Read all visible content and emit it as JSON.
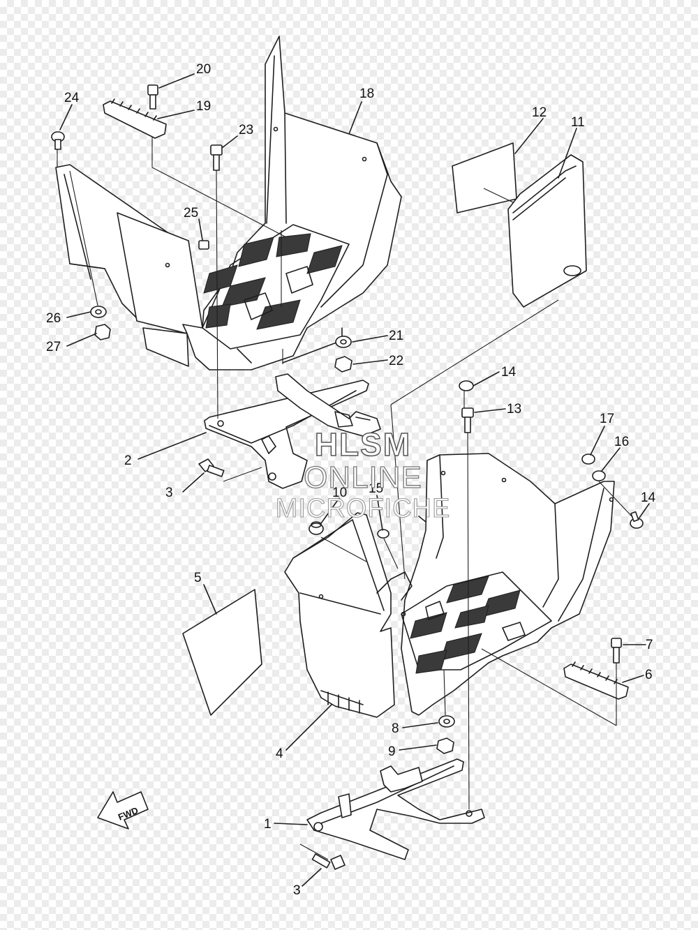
{
  "callouts": {
    "c1": "1",
    "c2": "2",
    "c3a": "3",
    "c3b": "3",
    "c4": "4",
    "c5": "5",
    "c6": "6",
    "c7": "7",
    "c8": "8",
    "c9": "9",
    "c10": "10",
    "c11": "11",
    "c12": "12",
    "c13": "13",
    "c14a": "14",
    "c14b": "14",
    "c15": "15",
    "c16": "16",
    "c17": "17",
    "c18": "18",
    "c19": "19",
    "c20": "20",
    "c21": "21",
    "c22": "22",
    "c23": "23",
    "c24": "24",
    "c25": "25",
    "c26": "26",
    "c27": "27"
  },
  "direction_label": "FWD",
  "watermark": {
    "line1": "HLSM",
    "line2": "ONLINE",
    "line3": "MICROFICHE"
  },
  "colors": {
    "line": "#1e1e1e",
    "tread": "#3a3a3a",
    "background": "#ffffff"
  }
}
